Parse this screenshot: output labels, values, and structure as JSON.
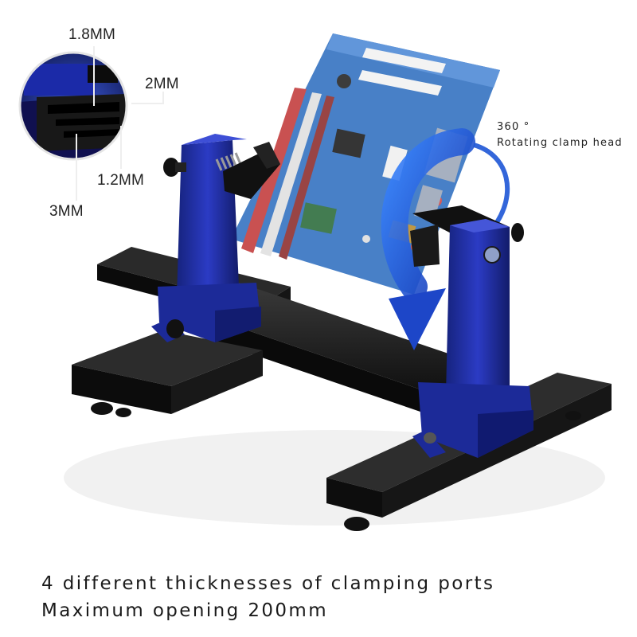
{
  "callouts": {
    "size_1": "1.8MM",
    "size_2": "2MM",
    "size_3": "1.2MM",
    "size_4": "3MM"
  },
  "rotation": {
    "angle": "360 °",
    "text": "Rotating clamp head"
  },
  "caption": {
    "line1": "4 different thicknesses of clamping ports",
    "line2": "Maximum opening 200mm"
  },
  "colors": {
    "clamp_blue": "#1f2fa8",
    "rail_black": "#141414",
    "board_blue": "#2c66b8",
    "arrow_blue": "#1d55d6"
  }
}
